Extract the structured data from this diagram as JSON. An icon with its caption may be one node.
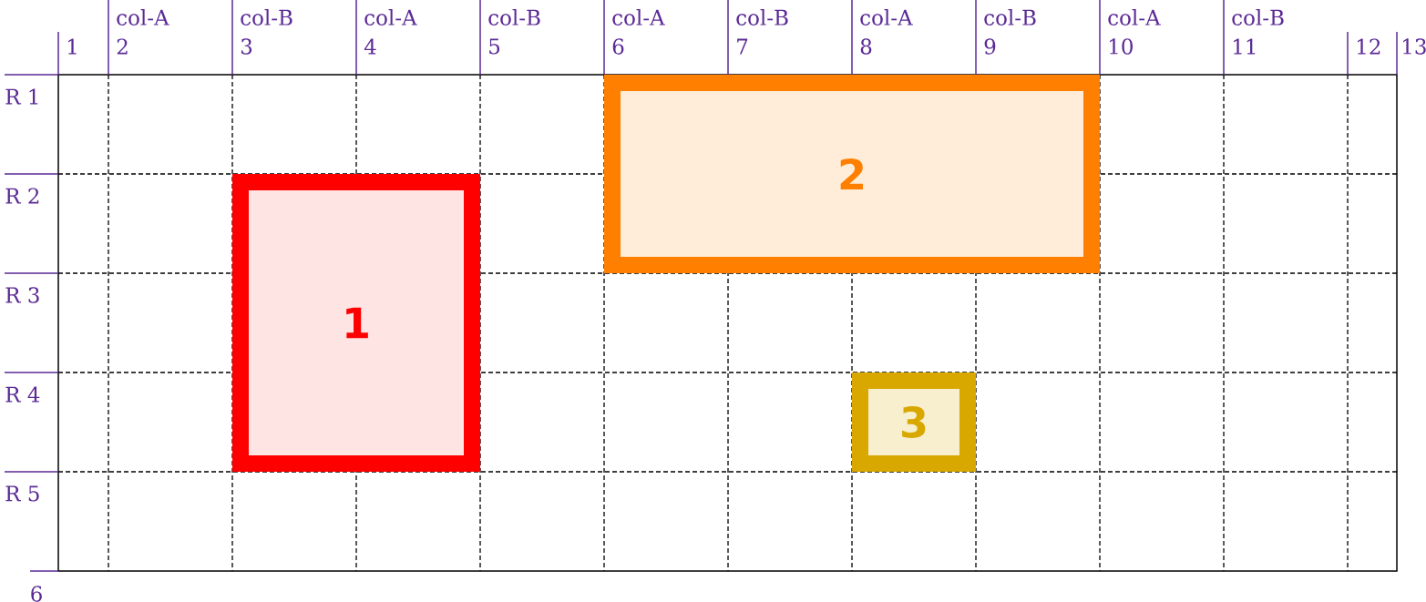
{
  "diagram": {
    "nodes": [
      {
        "text": [
          "1"
        ]
      },
      {
        "text": [
          "2"
        ]
      },
      {
        "text": [
          "3"
        ]
      }
    ],
    "labels": [
      "1",
      "col-A",
      "2",
      "col-B",
      "3",
      "col-A",
      "4",
      "col-B",
      "5",
      "col-A",
      "6",
      "col-B",
      "7",
      "col-A",
      "8",
      "col-B",
      "9",
      "col-A",
      "10",
      "col-B",
      "11",
      "12",
      "13",
      "R 1",
      "R 2",
      "R 3",
      "R 4",
      "R 5",
      "6"
    ]
  }
}
